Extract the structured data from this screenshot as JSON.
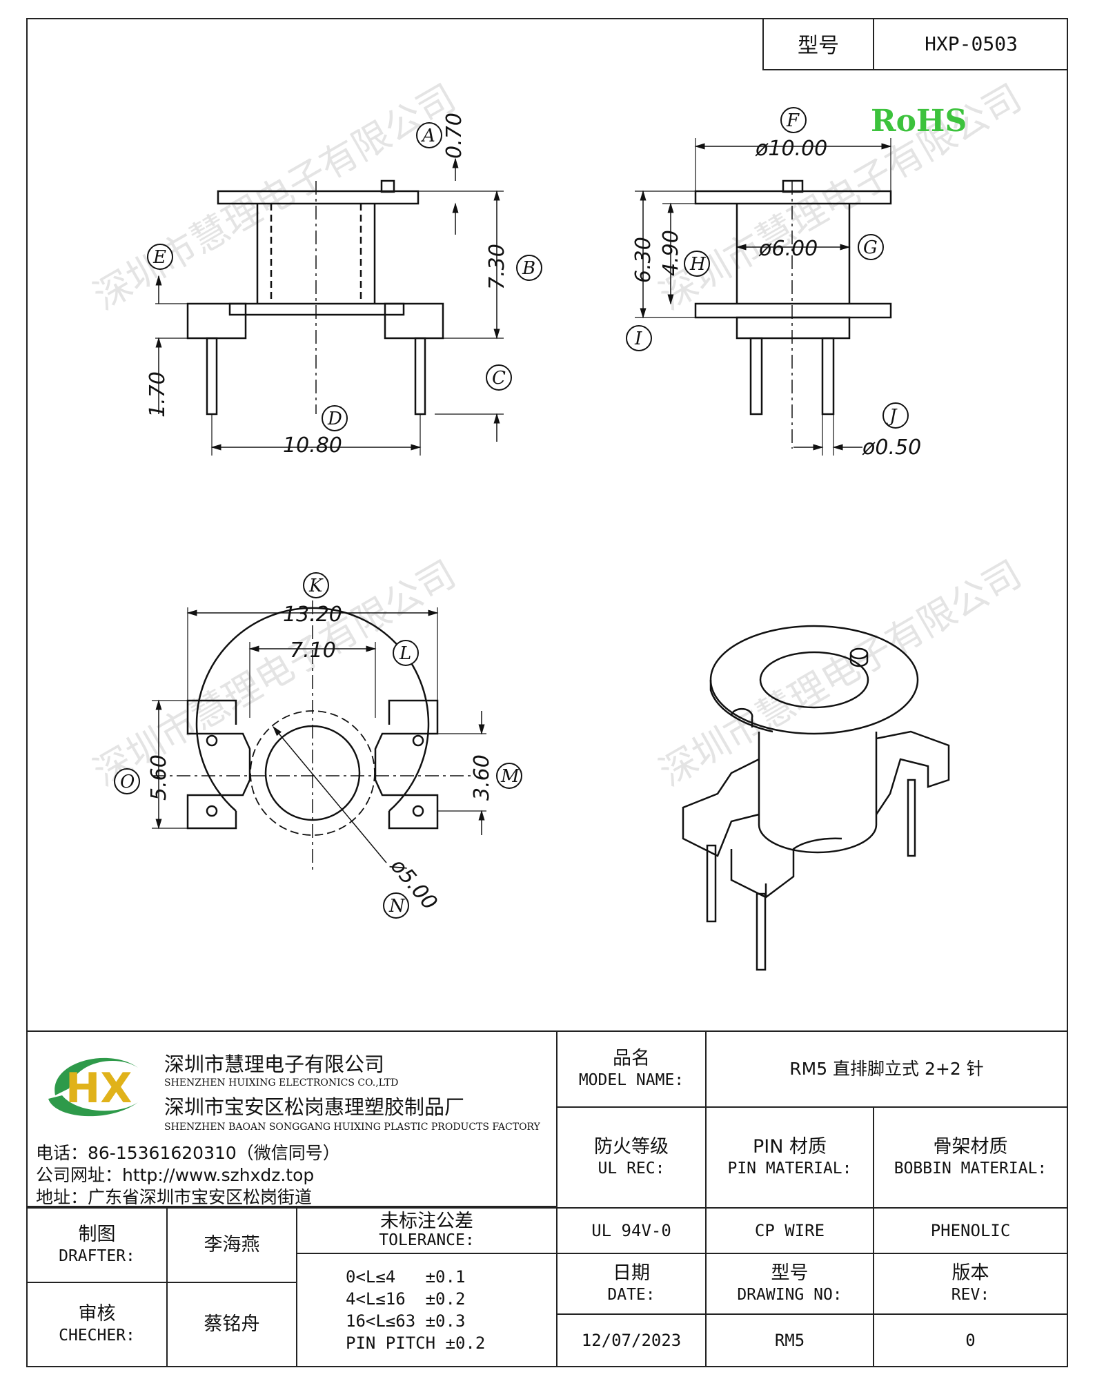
{
  "model_box": {
    "label": "型号",
    "value": "HXP-0503"
  },
  "rohs": "RoHS",
  "watermark": "深圳市慧理电子有限公司",
  "dimensions": {
    "A": "0.70",
    "B": "7.30",
    "C": "",
    "D": "10.80",
    "E": "",
    "one_70": "1.70",
    "F": "ø10.00",
    "G": "ø6.00",
    "H": "4.90",
    "I": "6.30",
    "J": "ø0.50",
    "K": "13.20",
    "L": "7.10",
    "M": "3.60",
    "N": "ø5.00",
    "O": "5.60"
  },
  "markers": [
    "A",
    "B",
    "C",
    "D",
    "E",
    "F",
    "G",
    "H",
    "I",
    "J",
    "K",
    "L",
    "M",
    "N",
    "O"
  ],
  "company": {
    "logo_text": "HX",
    "name_cn": "深圳市慧理电子有限公司",
    "name_en": "SHENZHEN HUIXING ELECTRONICS CO.,LTD",
    "factory_cn": "深圳市宝安区松岗惠理塑胶制品厂",
    "factory_en": "SHENZHEN BAOAN SONGGANG HUIXING PLASTIC PRODUCTS FACTORY",
    "phone": "电话：86-15361620310（微信同号）",
    "website": "公司网址：http://www.szhxdz.top",
    "address": "地址：广东省深圳市宝安区松岗街道"
  },
  "title_block": {
    "model_name_cn": "品名",
    "model_name_en": "MODEL NAME:",
    "model_name_value": "RM5 直排脚立式 2+2 针",
    "fire_cn": "防火等级",
    "fire_en": "UL REC:",
    "pin_mat_cn": "PIN 材质",
    "pin_mat_en": "PIN MATERIAL:",
    "bobbin_mat_cn": "骨架材质",
    "bobbin_mat_en": "BOBBIN MATERIAL:",
    "fire_value": "UL 94V-0",
    "pin_value": "CP WIRE",
    "bobbin_value": "PHENOLIC",
    "drafter_cn": "制图",
    "drafter_en": "DRAFTER:",
    "drafter_name": "李海燕",
    "checker_cn": "审核",
    "checker_en": "CHECHER:",
    "checker_name": "蔡铭舟",
    "tolerance_cn": "未标注公差",
    "tolerance_en": "TOLERANCE:",
    "tolerances": [
      "0<L≤4   ±0.1",
      "4<L≤16  ±0.2",
      "16<L≤63 ±0.3",
      "PIN PITCH ±0.2"
    ],
    "date_cn": "日期",
    "date_en": "DATE:",
    "drawing_cn": "型号",
    "drawing_en": "DRAWING NO:",
    "rev_cn": "版本",
    "rev_en": "REV:",
    "date_value": "12/07/2023",
    "drawing_value": "RM5",
    "rev_value": "0"
  }
}
